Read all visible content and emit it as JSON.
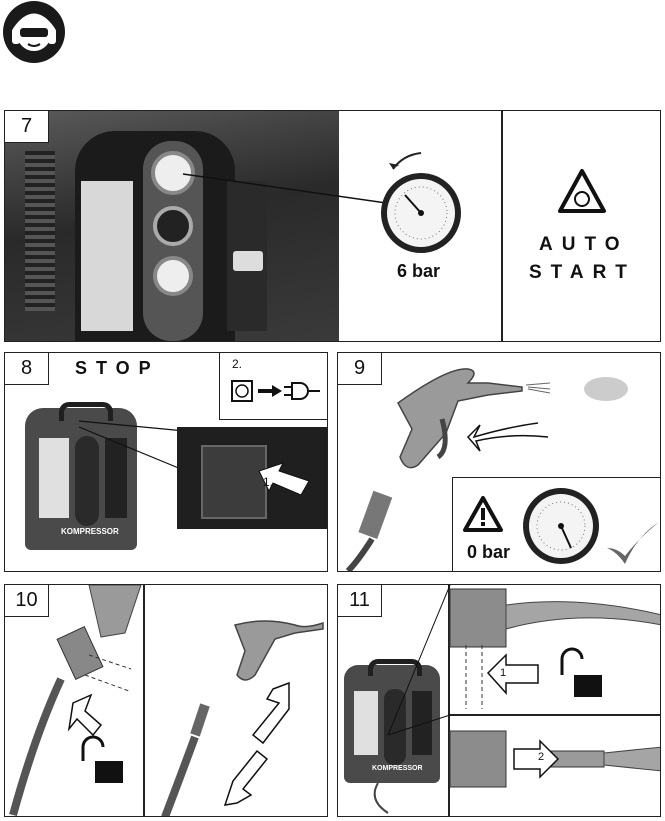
{
  "panel7": {
    "number": "7",
    "gauge_reading": "6 bar",
    "autostart_line1": "AUTO",
    "autostart_line2": "START"
  },
  "panel8": {
    "number": "8",
    "title": "STOP",
    "step2_label": "2.",
    "step1_label": "1.",
    "compressor_label": "KOMPRESSOR"
  },
  "panel9": {
    "number": "9",
    "gauge_reading": "0 bar"
  },
  "panel10": {
    "number": "10"
  },
  "panel11": {
    "number": "11",
    "step1_label": "1",
    "step2_label": "2",
    "compressor_label": "KOMPRESSOR"
  },
  "icons": [
    "ear-eye-protection-icon",
    "warning-triangle-icon",
    "auto-start-warning-icon",
    "unlock-icon",
    "checkmark-icon",
    "plug-icon",
    "socket-icon"
  ]
}
